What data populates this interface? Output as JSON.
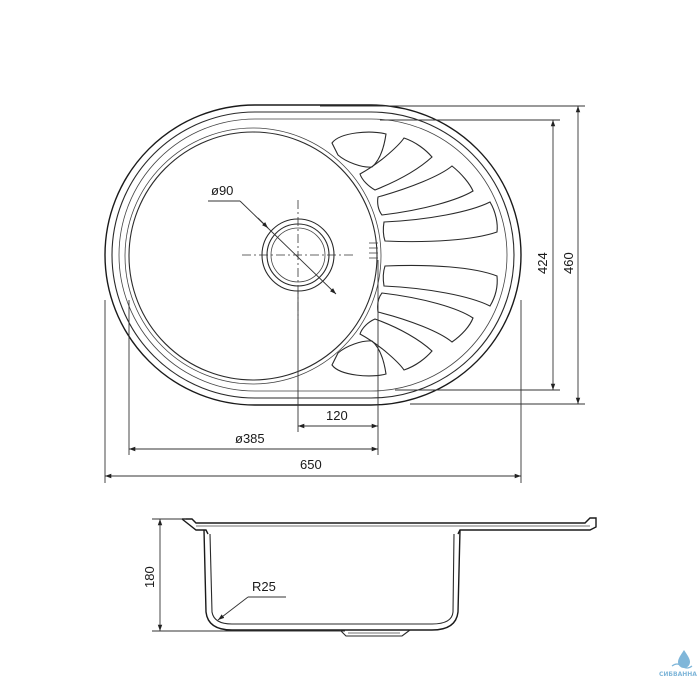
{
  "top_view": {
    "drain_diameter": "ø90",
    "bowl_diameter": "ø385",
    "drain_offset": "120",
    "overall_width": "650",
    "inner_depth": "424",
    "outer_depth": "460"
  },
  "side_view": {
    "height": "180",
    "corner_radius": "R25"
  },
  "logo": {
    "text": "СИБВАННА",
    "color": "#7fb6d9"
  }
}
